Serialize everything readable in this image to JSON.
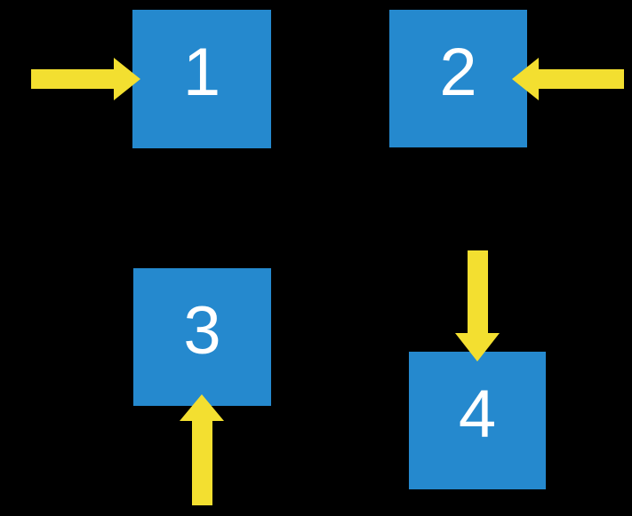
{
  "figure": {
    "boxes": [
      {
        "label": "1",
        "arrow": "right-arrow-icon",
        "arrow_points": "right",
        "arrow_enters_from": "left"
      },
      {
        "label": "2",
        "arrow": "left-arrow-icon",
        "arrow_points": "left",
        "arrow_enters_from": "right"
      },
      {
        "label": "3",
        "arrow": "up-arrow-icon",
        "arrow_points": "up",
        "arrow_enters_from": "bottom"
      },
      {
        "label": "4",
        "arrow": "down-arrow-icon",
        "arrow_points": "down",
        "arrow_enters_from": "top"
      }
    ]
  },
  "colors": {
    "background": "#000000",
    "box_fill": "#2589CE",
    "arrow_fill": "#F3DF30",
    "label_text": "#FFFFFF"
  }
}
